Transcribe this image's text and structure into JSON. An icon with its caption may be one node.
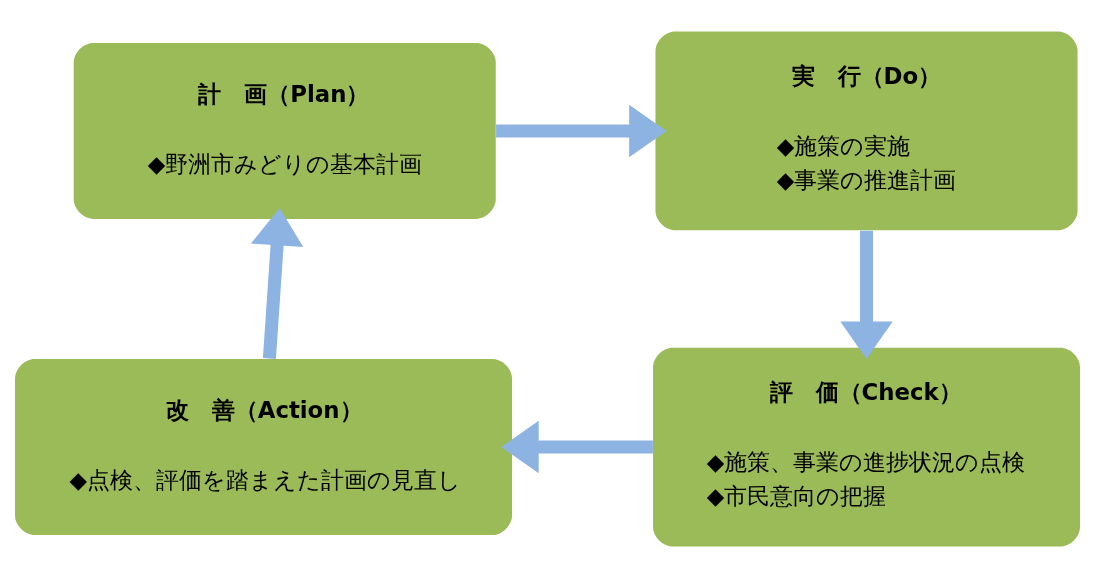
{
  "diagram": {
    "nodes": [
      {
        "text": [
          "計　画（Plan）",
          "◆野洲市みどりの基本計画"
        ]
      },
      {
        "text": [
          "実　行（Do）",
          "◆施策の実施",
          "◆事業の推進計画"
        ]
      },
      {
        "text": [
          "評　価（Check）",
          "◆施策、事業の進捗状況の点検",
          "◆市民意向の把握"
        ]
      },
      {
        "text": [
          "改　善（Action）",
          "◆点検、評価を踏まえた計画の見直し"
        ]
      }
    ],
    "edges": [
      {
        "from": 0,
        "to": 1,
        "arrow": "to"
      },
      {
        "from": 1,
        "to": 2,
        "arrow": "to"
      },
      {
        "from": 2,
        "to": 3,
        "arrow": "to"
      },
      {
        "from": 3,
        "to": 0,
        "arrow": "to"
      }
    ]
  }
}
